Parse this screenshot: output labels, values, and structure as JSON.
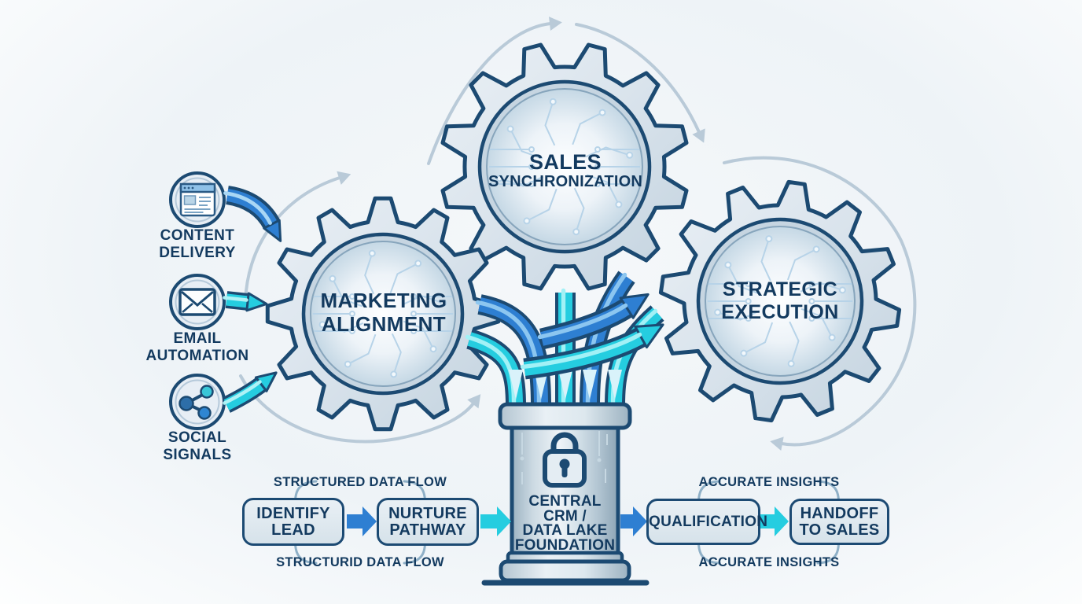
{
  "title": "Marketing and sales alignment gears diagram",
  "colors": {
    "navy": "#1c4a72",
    "text": "#133a5f",
    "blue": "#2e7fd2",
    "blue_light": "#8cc6f0",
    "cyan": "#25cde0",
    "cyan_light": "#a2f1f6",
    "arc_grey": "#b9cad8",
    "bracket": "#8fb0c7",
    "gear_fill": "#dce6ee",
    "ring_fill": "#c6d5e1",
    "box_fill": "#dfe9f0",
    "circuit": "#b7d3e8",
    "chevron": "#d9f2fa"
  },
  "gears": [
    {
      "id": "sales-synchronization",
      "lines": [
        "SALES",
        "SYNCHRONIZATION"
      ]
    },
    {
      "id": "marketing-alignment",
      "lines": [
        "MARKETING",
        "ALIGNMENT"
      ]
    },
    {
      "id": "strategic-execution",
      "lines": [
        "STRATEGIC",
        "EXECUTION"
      ]
    }
  ],
  "inputs": [
    {
      "id": "content-delivery",
      "icon": "browser-icon",
      "lines": [
        "CONTENT",
        "DELIVERY"
      ]
    },
    {
      "id": "email-automation",
      "icon": "envelope-icon",
      "lines": [
        "EMAIL",
        "AUTOMATION"
      ]
    },
    {
      "id": "social-signals",
      "icon": "share-icon",
      "lines": [
        "SOCIAL",
        "SIGNALS"
      ]
    }
  ],
  "foundation": {
    "icon": "lock-icon",
    "lines": [
      "CENTRAL",
      "CRM /",
      "DATA LAKE",
      "FOUNDATION"
    ]
  },
  "flow": {
    "boxes": [
      {
        "id": "identify-lead",
        "lines": [
          "IDENTIFY",
          "LEAD"
        ]
      },
      {
        "id": "nurture-pathway",
        "lines": [
          "NURTURE",
          "PATHWAY"
        ]
      },
      {
        "id": "qualification",
        "lines": [
          "QUALIFICATION"
        ]
      },
      {
        "id": "handoff-to-sales",
        "lines": [
          "HANDOFF",
          "TO SALES"
        ]
      }
    ],
    "labels": {
      "top_left": "STRUCTURED DATA FLOW",
      "bottom_left": "STRUCTURID DATA FLOW",
      "top_right": "ACCURATE INSIGHTS",
      "bottom_right": "ACCURATE INSIGHTS"
    }
  }
}
